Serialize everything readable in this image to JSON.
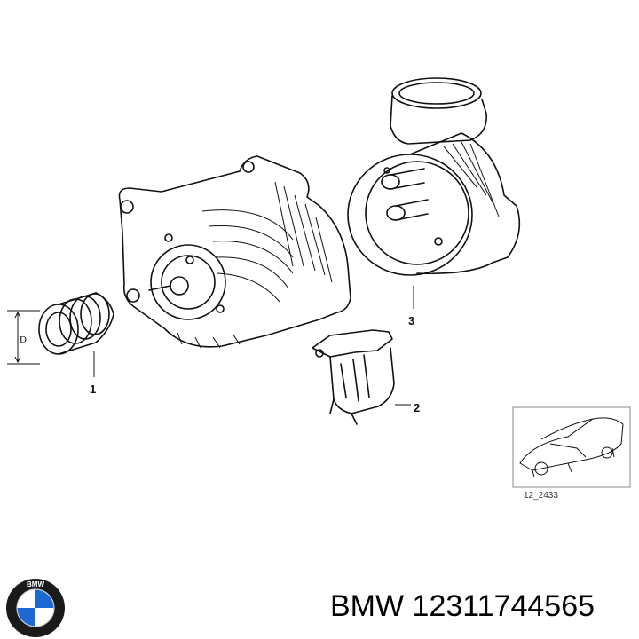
{
  "callouts": {
    "part1": "1",
    "part2": "2",
    "part3": "3"
  },
  "dimension_label": "D",
  "reference_code": "12_2433",
  "footer": {
    "brand": "BMW",
    "part_number": "12311744565"
  },
  "logo": {
    "letters": "BMW",
    "colors": {
      "ring": "#1a1a1a",
      "blue": "#1c69d4",
      "white": "#ffffff"
    }
  },
  "icons": {
    "logo": "bmw-roundel-icon"
  }
}
